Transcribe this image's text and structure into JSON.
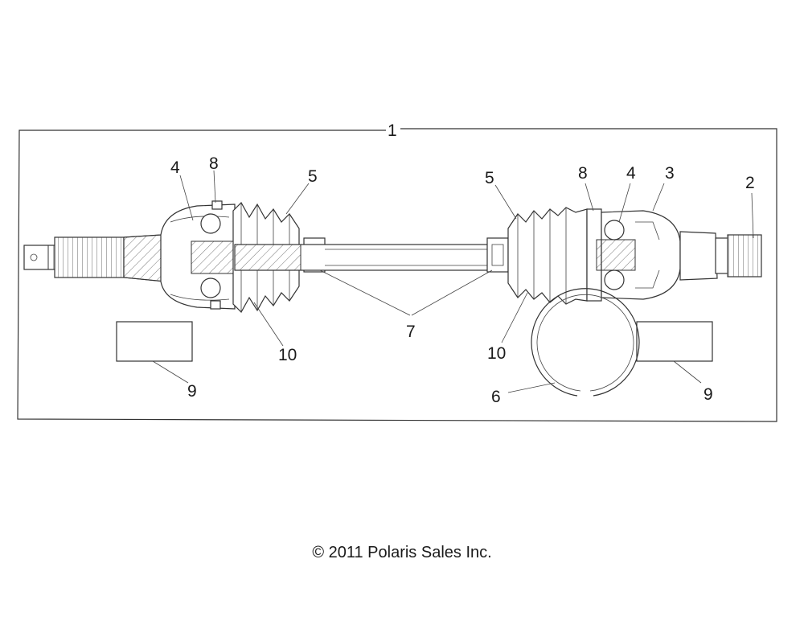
{
  "callouts": {
    "c1": "1",
    "c2": "2",
    "c3": "3",
    "c4_left": "4",
    "c4_right": "4",
    "c5_left": "5",
    "c5_right": "5",
    "c6": "6",
    "c7": "7",
    "c8_left": "8",
    "c8_right": "8",
    "c9_left": "9",
    "c9_right": "9",
    "c10_left": "10",
    "c10_right": "10"
  },
  "footer": {
    "copyright": "© 2011 Polaris Sales Inc."
  }
}
